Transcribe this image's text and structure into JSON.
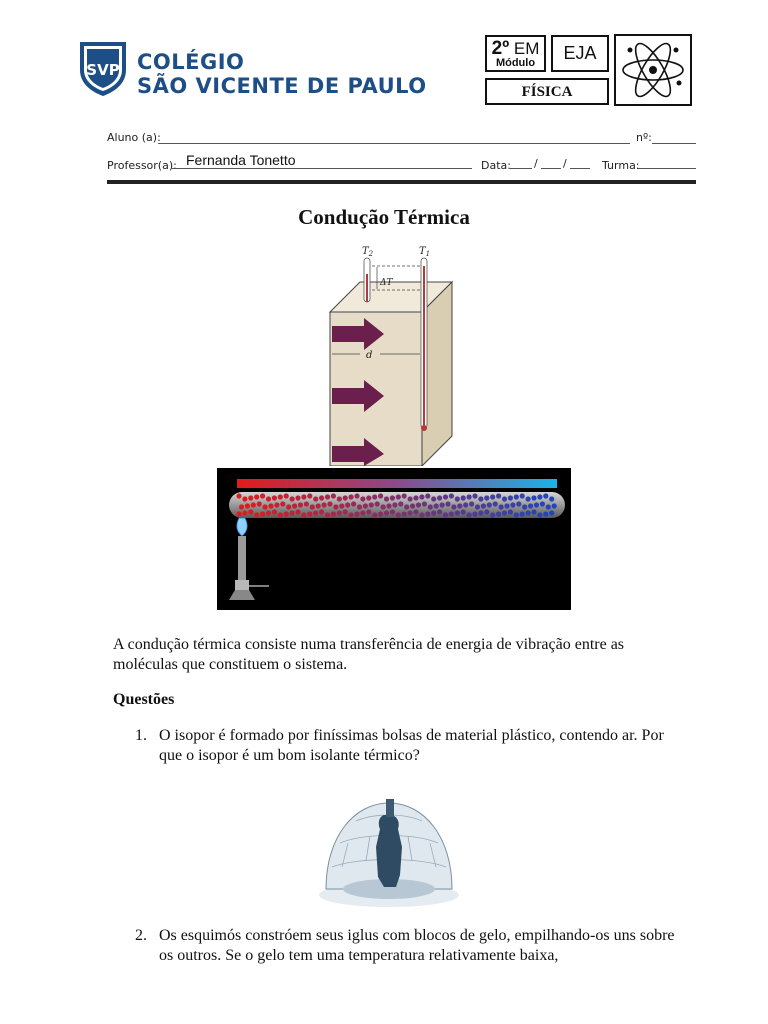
{
  "header": {
    "school_line1": "COLÉGIO",
    "school_line2": "SÃO VICENTE DE PAULO",
    "logo_letters": "SVP",
    "grade_num": "2º",
    "grade_em": "EM",
    "grade_sub": "Módulo",
    "eja": "EJA",
    "subject": "FÍSICA",
    "atom_icon": "atom-icon"
  },
  "form": {
    "aluno_label": "Aluno (a):",
    "numero_label": "nº:",
    "professor_label": "Professor(a):",
    "professor_value": "Fernanda  Tonetto",
    "data_label": "Data:",
    "turma_label": "Turma:"
  },
  "title": "Condução Térmica",
  "figure1": {
    "t2": "T",
    "t2_sub": "2",
    "t1": "T",
    "t1_sub": "1",
    "delta": "ΔT",
    "d": "d",
    "colors": {
      "block": "#e6dcc7",
      "arrow": "#6b1f4c",
      "thermo": "#b23a3a"
    }
  },
  "figure2": {
    "colors": {
      "hot": "#e01b1b",
      "cold": "#1ab3e6",
      "background": "#000000"
    }
  },
  "intro": "A condução térmica consiste numa transferência de energia de vibração entre as moléculas que constituem o sistema.",
  "questions_heading": "Questões",
  "questions": [
    {
      "num": "1.",
      "text": "O isopor é formado por finíssimas bolsas de material plástico, contendo ar. Por que o isopor é um bom isolante térmico?"
    },
    {
      "num": "2.",
      "text": "Os esquimós constróem seus iglus com blocos de gelo, empilhando-os uns sobre os outros. Se o gelo tem uma temperatura relativamente baixa,"
    }
  ]
}
